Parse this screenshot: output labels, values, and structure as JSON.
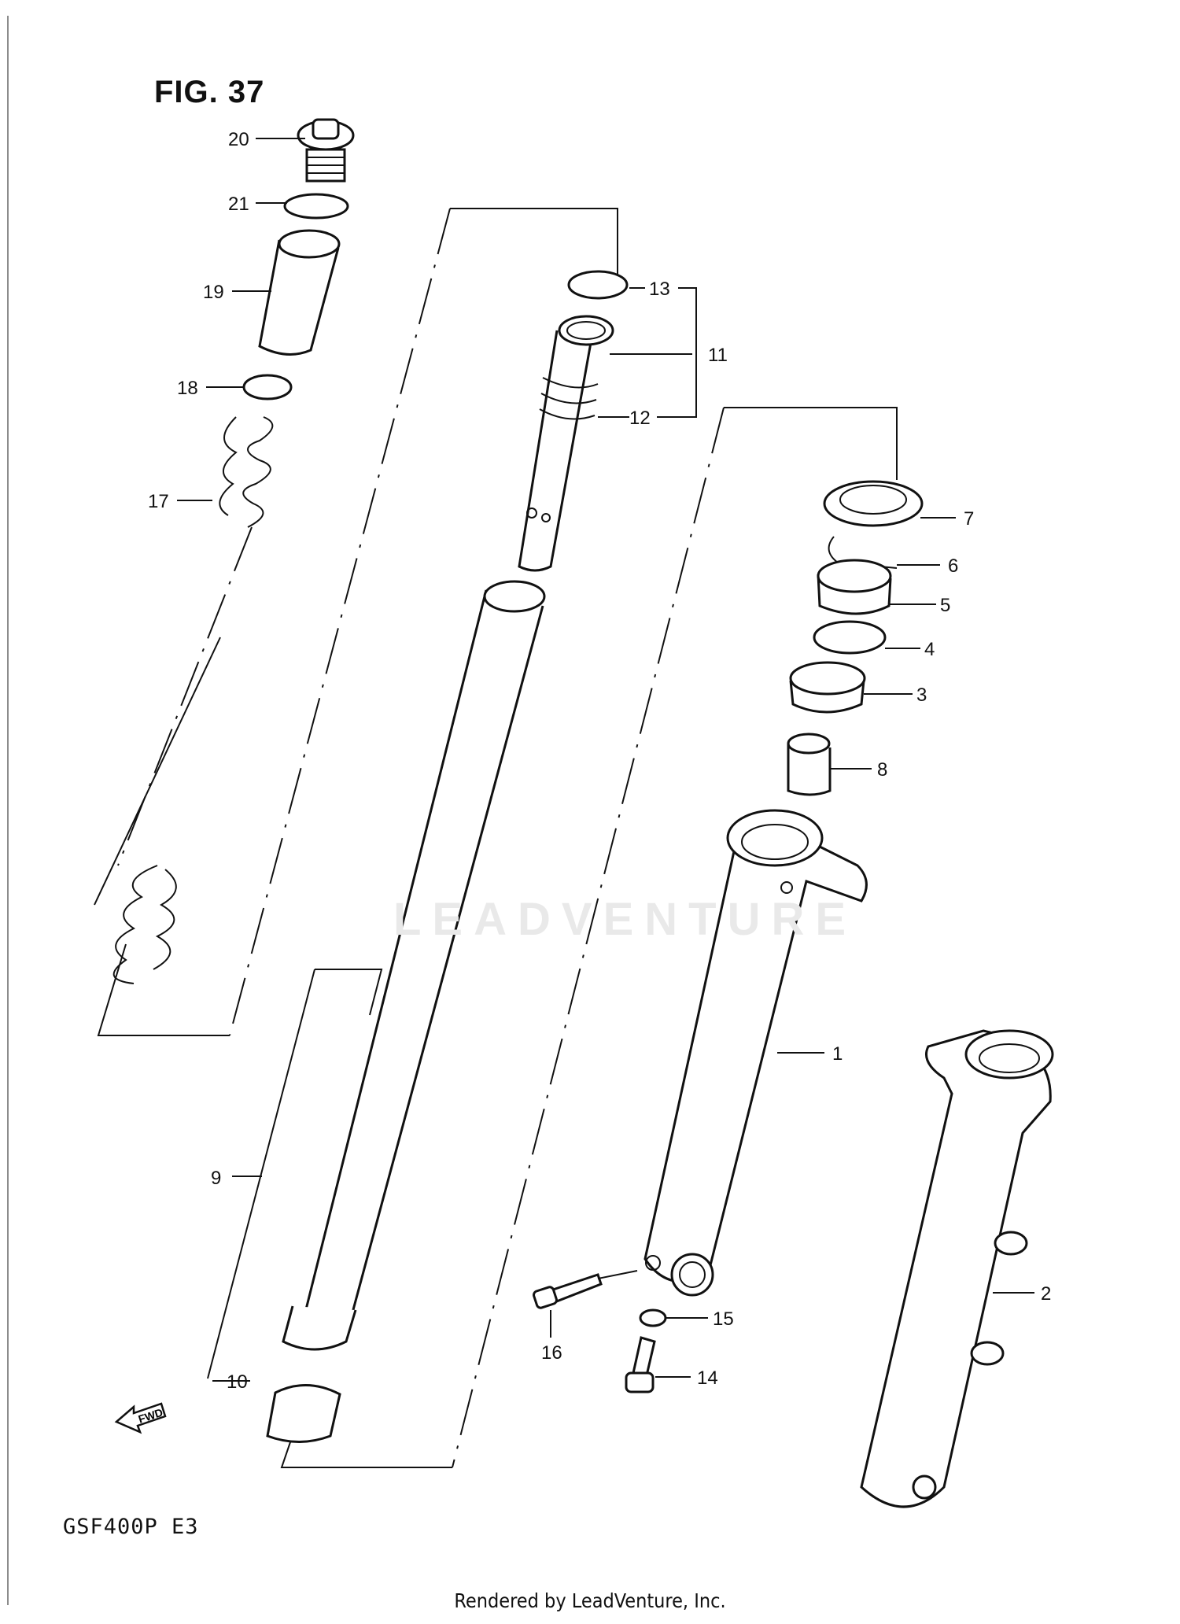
{
  "figure": {
    "title": "FIG. 37"
  },
  "model": "GSF400P  E3",
  "footer": "Rendered by LeadVenture, Inc.",
  "watermark": "LEADVENTURE",
  "direction_badge": "FWD",
  "callouts": [
    {
      "id": "1",
      "label": "1"
    },
    {
      "id": "2",
      "label": "2"
    },
    {
      "id": "3",
      "label": "3"
    },
    {
      "id": "4",
      "label": "4"
    },
    {
      "id": "5",
      "label": "5"
    },
    {
      "id": "6",
      "label": "6"
    },
    {
      "id": "7",
      "label": "7"
    },
    {
      "id": "8",
      "label": "8"
    },
    {
      "id": "9",
      "label": "9"
    },
    {
      "id": "10",
      "label": "10"
    },
    {
      "id": "11",
      "label": "11"
    },
    {
      "id": "12",
      "label": "12"
    },
    {
      "id": "13",
      "label": "13"
    },
    {
      "id": "14",
      "label": "14"
    },
    {
      "id": "15",
      "label": "15"
    },
    {
      "id": "16",
      "label": "16"
    },
    {
      "id": "17",
      "label": "17"
    },
    {
      "id": "18",
      "label": "18"
    },
    {
      "id": "19",
      "label": "19"
    },
    {
      "id": "20",
      "label": "20"
    },
    {
      "id": "21",
      "label": "21"
    }
  ]
}
